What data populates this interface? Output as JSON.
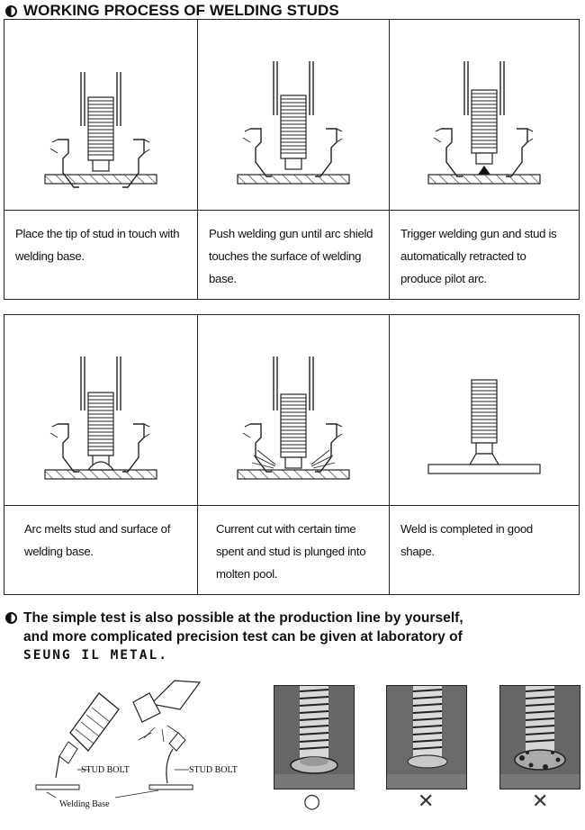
{
  "title": "WORKING PROCESS OF WELDING STUDS",
  "steps": [
    {
      "text": "Place the tip of stud in touch with welding base."
    },
    {
      "text": "Push welding gun until arc shield touches the surface of welding base."
    },
    {
      "text": "Trigger welding gun and stud is automatically retracted to produce pilot arc."
    },
    {
      "text": "Arc melts stud and surface of welding base."
    },
    {
      "text": "Current cut with certain time spent and stud is plunged into molten pool."
    },
    {
      "text": "Weld is completed in good shape."
    }
  ],
  "test_note": {
    "line1": "The simple test is also possible at the production line by yourself,",
    "line2": "and more complicated precision test can be given at laboratory of",
    "company": "SEUNG IL METAL."
  },
  "test_labels": {
    "stud_bolt": "STUD BOLT",
    "welding_base": "Welding Base"
  },
  "results": [
    "○",
    "✕",
    "✕"
  ]
}
